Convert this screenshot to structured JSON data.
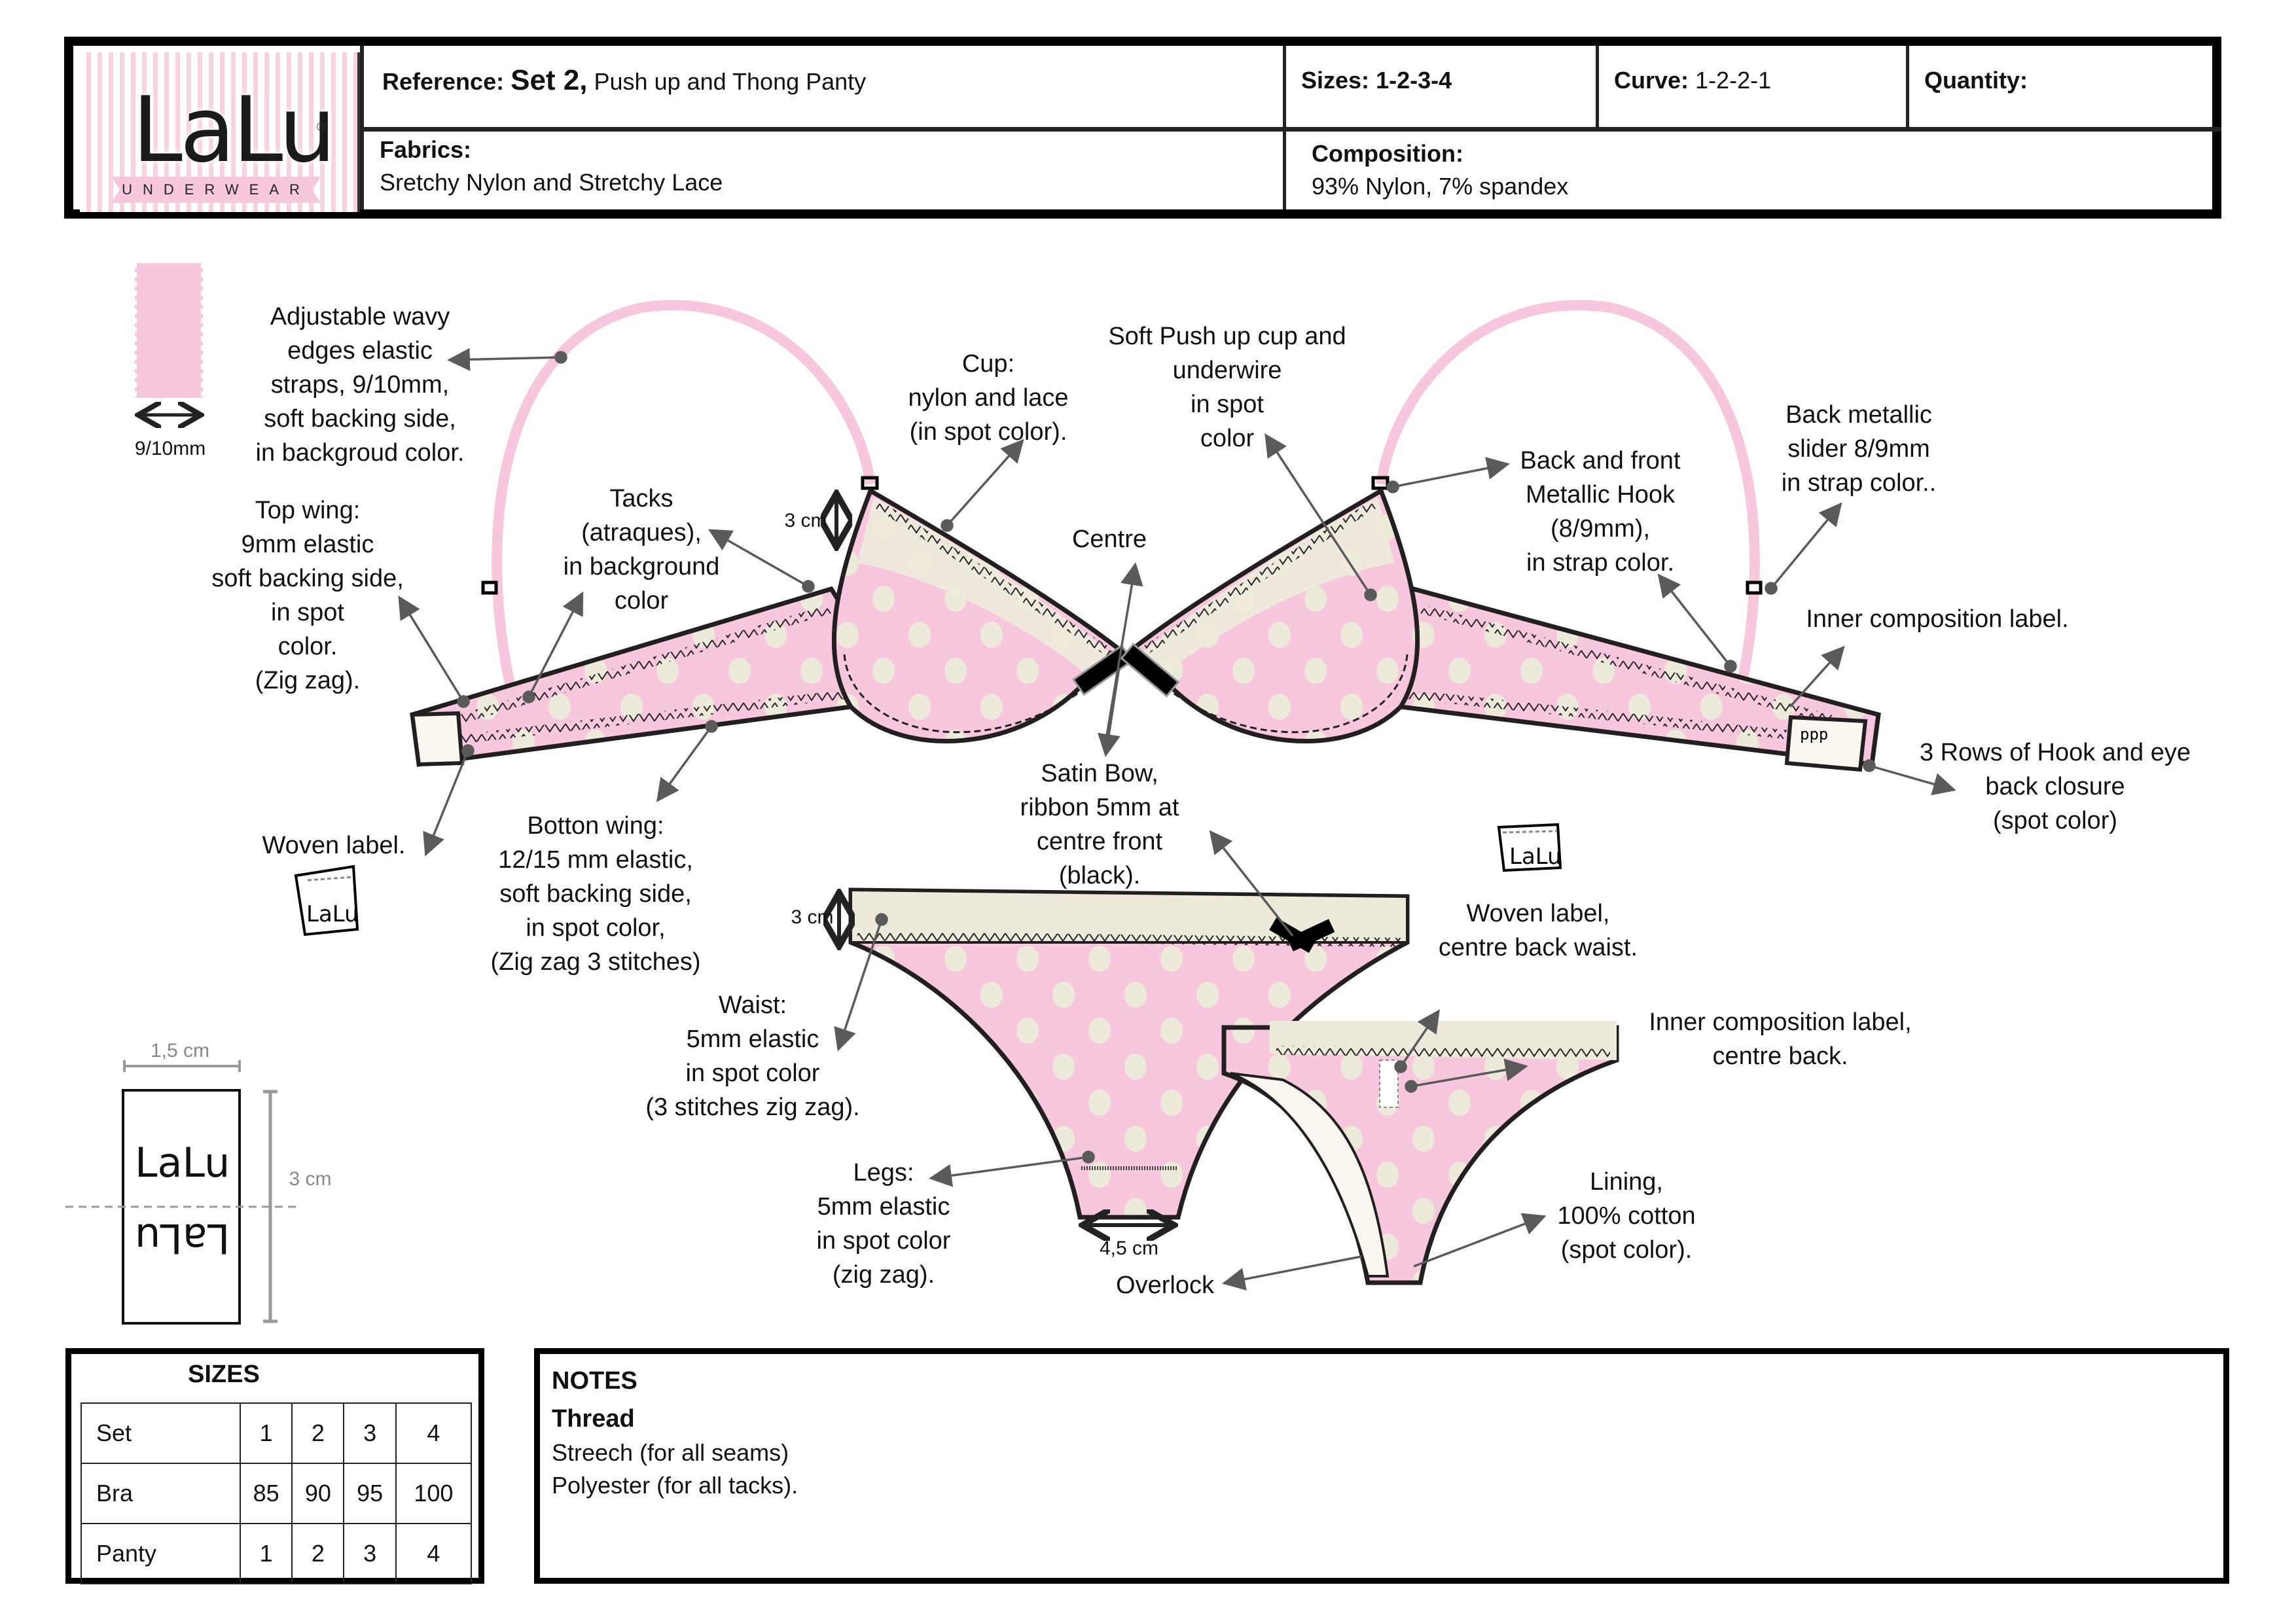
{
  "header": {
    "brand": "LaLu",
    "brand_sub": "UNDERWEAR",
    "brand_mark": "®",
    "reference_label": "Reference:",
    "reference_set": "Set 2,",
    "reference_desc": "Push up and  Thong Panty",
    "sizes_label": "Sizes:",
    "sizes_value": "1-2-3-4",
    "curve_label": "Curve:",
    "curve_value": "1-2-2-1",
    "quantity_label": "Quantity:",
    "quantity_value": "",
    "fabrics_label": "Fabrics:",
    "fabrics_value": "Sretchy Nylon and Stretchy Lace",
    "composition_label": "Composition:",
    "composition_value": "93% Nylon, 7% spandex"
  },
  "colors": {
    "spot_pink": "#F7C8DD",
    "background_cream": "#EEEADB",
    "outline": "#231F20",
    "leader": "#5A5A5A",
    "bow": "#000000",
    "dimension_grey": "#999999"
  },
  "bra_annotations": {
    "strap_swatch_width": "9/10mm",
    "straps": "Adjustable wavy\nedges elastic\nstraps, 9/10mm,\nsoft backing side,\nin backgroud color.",
    "top_wing": "Top wing:\n9mm elastic\nsoft backing side,\nin spot\ncolor.\n(Zig zag).",
    "tacks": "Tacks\n(atraques),\nin background\ncolor",
    "cup_height": "3 cm",
    "cup": "Cup:\nnylon and lace\n(in spot color).",
    "push_up": "Soft Push up cup and\nunderwire\nin spot\ncolor",
    "centre": "Centre",
    "hook": "Back and front\nMetallic Hook\n(8/9mm),\nin strap color.",
    "slider": "Back metallic\nslider 8/9mm\nin strap color..",
    "inner_label": "Inner composition label.",
    "closure": "3 Rows of Hook and eye\nback closure\n(spot color)",
    "woven_label": "Woven label.",
    "bottom_wing": "Botton wing:\n12/15 mm elastic,\nsoft backing side,\nin spot color,\n(Zig zag 3 stitches)",
    "satin_bow": "Satin Bow,\nribbon 5mm at\ncentre front\n(black)."
  },
  "panty_annotations": {
    "waist_height": "3 cm",
    "waist": "Waist:\n5mm elastic\nin spot color\n(3 stitches zig zag).",
    "legs": "Legs:\n5mm elastic\nin spot color\n(zig zag).",
    "gusset_width": "4,5 cm",
    "overlock": "Overlock",
    "woven_label": "Woven label,\ncentre back waist.",
    "inner_label": "Inner composition label,\ncentre back.",
    "lining": "Lining,\n100% cotton\n(spot color)."
  },
  "label_spec": {
    "width": "1,5 cm",
    "height": "3 cm",
    "text": "LaLu",
    "label_tag_text": "LaLu"
  },
  "sizes_table": {
    "title": "SIZES",
    "rows": [
      {
        "label": "Set",
        "values": [
          "1",
          "2",
          "3",
          "4"
        ]
      },
      {
        "label": "Bra",
        "values": [
          "85",
          "90",
          "95",
          "100"
        ]
      },
      {
        "label": "Panty",
        "values": [
          "1",
          "2",
          "3",
          "4"
        ]
      }
    ]
  },
  "notes": {
    "title": "NOTES",
    "thread_title": "Thread",
    "lines": [
      "Streech (for all seams)",
      "Polyester (for all tacks)."
    ]
  }
}
